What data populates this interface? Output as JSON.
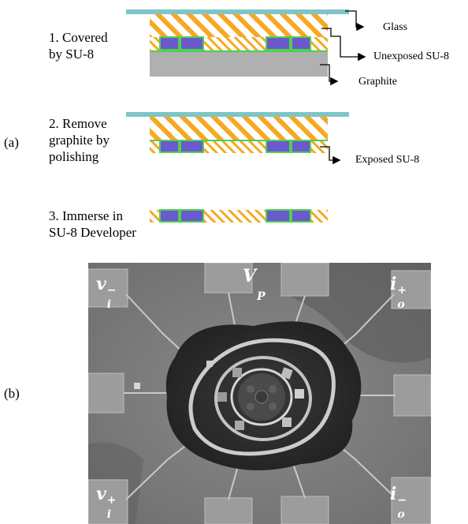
{
  "panel_a": {
    "label": "(a)",
    "step1": {
      "line1": "1. Covered",
      "line2": "by SU-8"
    },
    "step2": {
      "line1": "2. Remove",
      "line2": "graphite by",
      "line3": "polishing"
    },
    "step3": {
      "line1": "3. Immerse in",
      "line2": "SU-8 Developer"
    },
    "callouts": {
      "glass": "Glass",
      "unexposed": "Unexposed SU-8",
      "graphite": "Graphite",
      "exposed": "Exposed SU-8"
    },
    "colors": {
      "glass": "#7fc4c9",
      "su8_stripe": "#f7a823",
      "electrode": "#6a5acd",
      "edge_green": "#4fd14f",
      "graphite": "#b0b0b0"
    }
  },
  "panel_b": {
    "label": "(b)",
    "terminals": {
      "vi_minus": {
        "base": "v",
        "sub": "i",
        "sup": "−"
      },
      "vp": {
        "base": "V",
        "sub": "P"
      },
      "io_plus": {
        "base": "i",
        "sub": "o",
        "sup": "+"
      },
      "vi_plus": {
        "base": "v",
        "sub": "i",
        "sup": "+"
      },
      "io_minus": {
        "base": "i",
        "sub": "o",
        "sup": "−"
      }
    }
  }
}
